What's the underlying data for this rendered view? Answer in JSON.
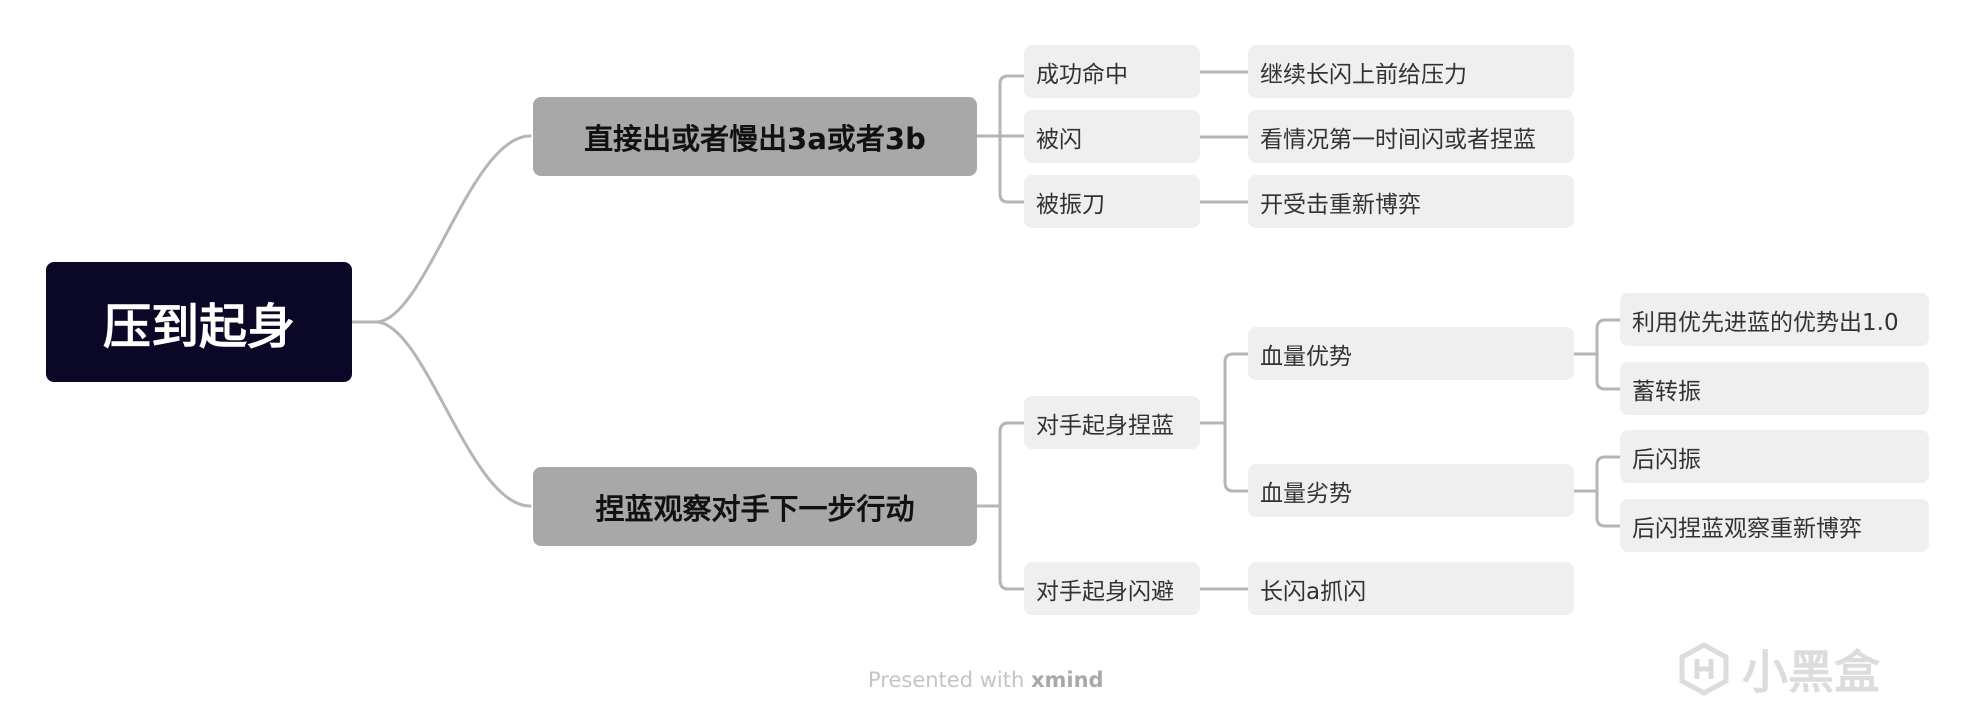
{
  "mindmap": {
    "root": "压到起身",
    "branch1": {
      "title": "直接出或者慢出3a或者3b",
      "children": [
        {
          "label": "成功命中",
          "result": "继续长闪上前给压力"
        },
        {
          "label": "被闪",
          "result": "看情况第一时间闪或者捏蓝"
        },
        {
          "label": "被振刀",
          "result": "开受击重新博弈"
        }
      ]
    },
    "branch2": {
      "title": "捏蓝观察对手下一步行动",
      "opponent_charge": {
        "label": "对手起身捏蓝",
        "advantage": {
          "label": "血量优势",
          "options": [
            "利用优先进蓝的优势出1.0",
            "蓄转振"
          ]
        },
        "disadvantage": {
          "label": "血量劣势",
          "options": [
            "后闪振",
            "后闪捏蓝观察重新博弈"
          ]
        }
      },
      "opponent_dodge": {
        "label": "对手起身闪避",
        "result": "长闪a抓闪"
      }
    }
  },
  "footer": {
    "presented_with": "Presented with",
    "brand": "xmind"
  },
  "watermark": {
    "text": "小黑盒",
    "logo_icon": "xiaoheihe-logo-icon"
  },
  "colors": {
    "root_bg": "#0a0826",
    "main_bg": "#a8a8a8",
    "sub_bg": "#efefef",
    "connector": "#b5b5b5"
  }
}
